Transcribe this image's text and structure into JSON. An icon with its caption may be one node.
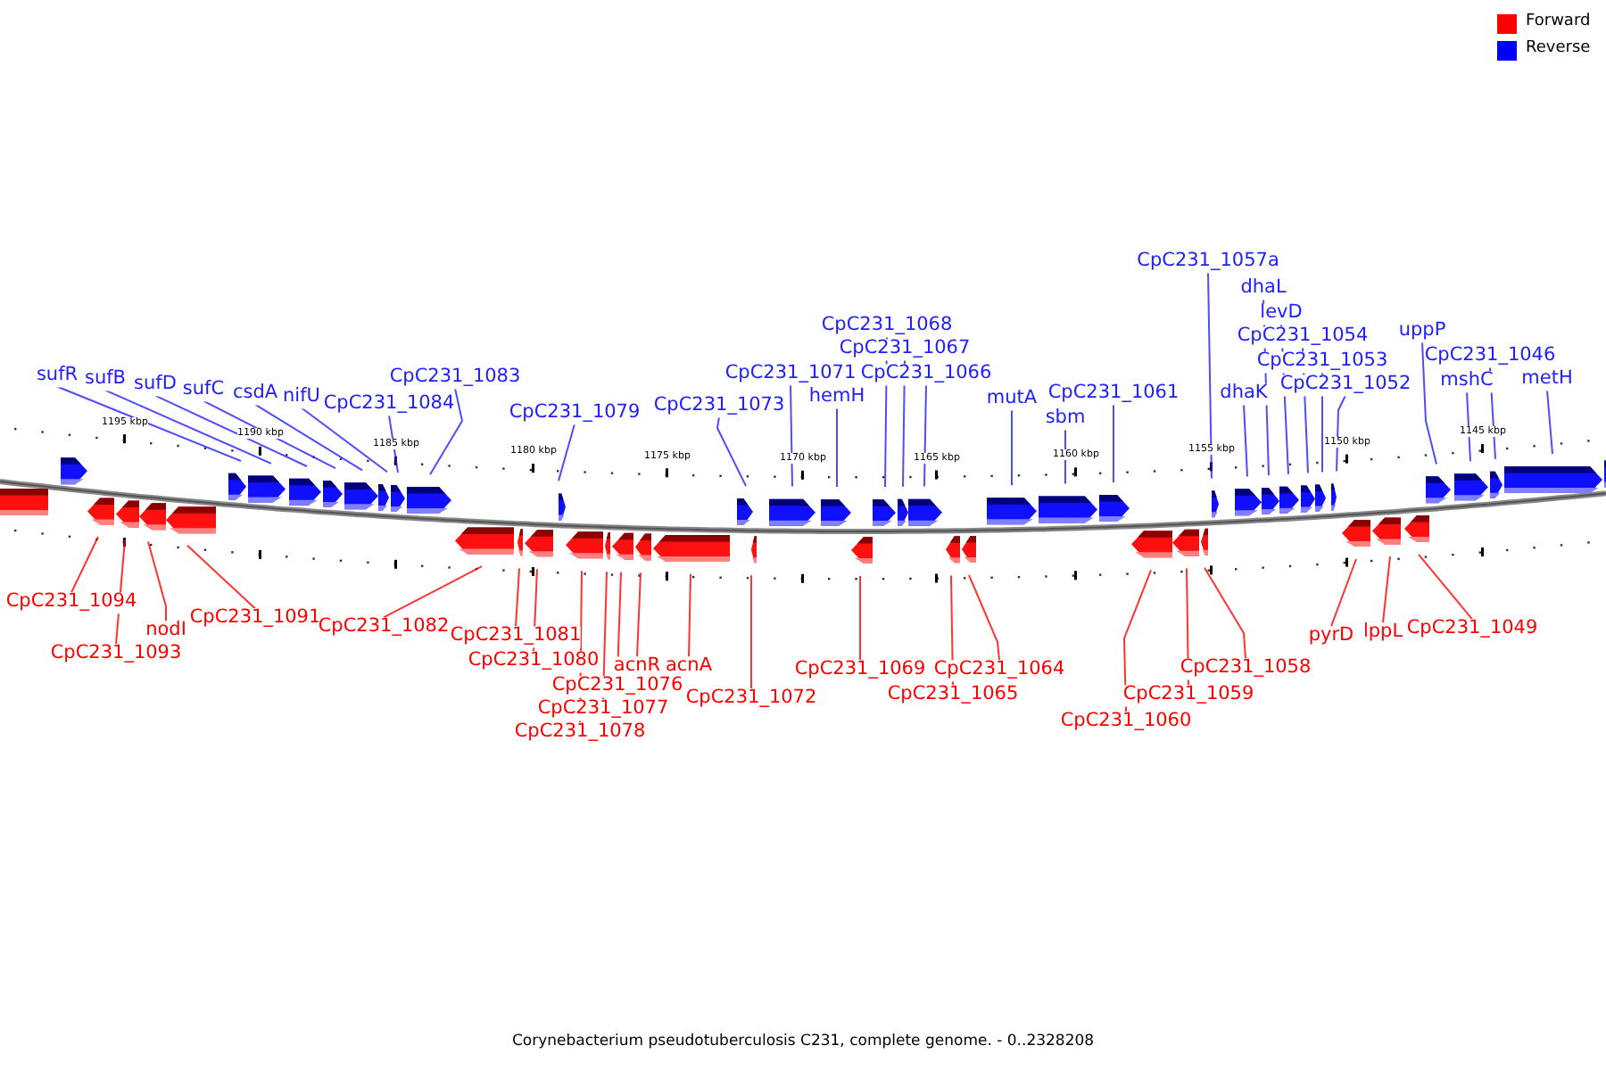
{
  "diagram": {
    "caption": "Corynebacterium pseudotuberculosis C231, complete genome. - 0..2328208",
    "nodes": [
      {
        "text": [
          "sufR"
        ]
      },
      {
        "text": [
          "sufB"
        ]
      },
      {
        "text": [
          "sufD"
        ]
      },
      {
        "text": [
          "sufC"
        ]
      },
      {
        "text": [
          "csdA"
        ]
      },
      {
        "text": [
          "nifU"
        ]
      },
      {
        "text": [
          "CpC231_1084"
        ]
      },
      {
        "text": [
          "CpC231_1083"
        ]
      },
      {
        "text": [
          "CpC231_1079"
        ]
      },
      {
        "text": [
          "CpC231_1073"
        ]
      },
      {
        "text": [
          "CpC231_1071"
        ]
      },
      {
        "text": [
          "hemH"
        ]
      },
      {
        "text": [
          "CpC231_1068"
        ]
      },
      {
        "text": [
          "CpC231_1067"
        ]
      },
      {
        "text": [
          "CpC231_1066"
        ]
      },
      {
        "text": [
          "mutA"
        ]
      },
      {
        "text": [
          "sbm"
        ]
      },
      {
        "text": [
          "CpC231_1061"
        ]
      },
      {
        "text": [
          "CpC231_1057a"
        ]
      },
      {
        "text": [
          "dhaL"
        ]
      },
      {
        "text": [
          "levD"
        ]
      },
      {
        "text": [
          "CpC231_1054"
        ]
      },
      {
        "text": [
          "CpC231_1053"
        ]
      },
      {
        "text": [
          "CpC231_1052"
        ]
      },
      {
        "text": [
          "dhaK"
        ]
      },
      {
        "text": [
          "uppP"
        ]
      },
      {
        "text": [
          "CpC231_1046"
        ]
      },
      {
        "text": [
          "mshC"
        ]
      },
      {
        "text": [
          "metH"
        ]
      },
      {
        "text": [
          "CpC231_1094"
        ]
      },
      {
        "text": [
          "CpC231_1093"
        ]
      },
      {
        "text": [
          "nodI"
        ]
      },
      {
        "text": [
          "CpC231_1091"
        ]
      },
      {
        "text": [
          "CpC231_1082"
        ]
      },
      {
        "text": [
          "CpC231_1081"
        ]
      },
      {
        "text": [
          "CpC231_1080"
        ]
      },
      {
        "text": [
          "acnR"
        ]
      },
      {
        "text": [
          "acnA"
        ]
      },
      {
        "text": [
          "CpC231_1076"
        ]
      },
      {
        "text": [
          "CpC231_1077"
        ]
      },
      {
        "text": [
          "CpC231_1078"
        ]
      },
      {
        "text": [
          "CpC231_1072"
        ]
      },
      {
        "text": [
          "CpC231_1069"
        ]
      },
      {
        "text": [
          "CpC231_1065"
        ]
      },
      {
        "text": [
          "CpC231_1064"
        ]
      },
      {
        "text": [
          "CpC231_1060"
        ]
      },
      {
        "text": [
          "CpC231_1059"
        ]
      },
      {
        "text": [
          "CpC231_1058"
        ]
      },
      {
        "text": [
          "pyrD"
        ]
      },
      {
        "text": [
          "lppL"
        ]
      },
      {
        "text": [
          "CpC231_1049"
        ]
      }
    ],
    "edges": [
      {
        "from": 0,
        "to": null,
        "arrow": "none"
      },
      {
        "from": 1,
        "to": null,
        "arrow": "none"
      },
      {
        "from": 2,
        "to": null,
        "arrow": "none"
      },
      {
        "from": 3,
        "to": null,
        "arrow": "none"
      },
      {
        "from": 4,
        "to": null,
        "arrow": "none"
      },
      {
        "from": 5,
        "to": null,
        "arrow": "none"
      },
      {
        "from": 6,
        "to": null,
        "arrow": "none"
      },
      {
        "from": 7,
        "to": null,
        "arrow": "none"
      },
      {
        "from": 8,
        "to": null,
        "arrow": "none"
      },
      {
        "from": 9,
        "to": null,
        "arrow": "none"
      },
      {
        "from": 10,
        "to": null,
        "arrow": "none"
      },
      {
        "from": 11,
        "to": null,
        "arrow": "none"
      },
      {
        "from": 12,
        "to": null,
        "arrow": "none"
      },
      {
        "from": 13,
        "to": null,
        "arrow": "none"
      },
      {
        "from": 14,
        "to": null,
        "arrow": "none"
      },
      {
        "from": 15,
        "to": null,
        "arrow": "none"
      },
      {
        "from": 16,
        "to": null,
        "arrow": "none"
      },
      {
        "from": 17,
        "to": null,
        "arrow": "none"
      },
      {
        "from": 18,
        "to": null,
        "arrow": "none"
      },
      {
        "from": 19,
        "to": null,
        "arrow": "none"
      },
      {
        "from": 20,
        "to": null,
        "arrow": "none"
      },
      {
        "from": 21,
        "to": null,
        "arrow": "none"
      },
      {
        "from": 22,
        "to": null,
        "arrow": "none"
      },
      {
        "from": 23,
        "to": null,
        "arrow": "none"
      },
      {
        "from": 24,
        "to": null,
        "arrow": "none"
      },
      {
        "from": 25,
        "to": null,
        "arrow": "none"
      },
      {
        "from": 26,
        "to": null,
        "arrow": "none"
      },
      {
        "from": 27,
        "to": null,
        "arrow": "none"
      },
      {
        "from": 28,
        "to": null,
        "arrow": "none"
      },
      {
        "from": 29,
        "to": null,
        "arrow": "none",
        "color": "#ff0000"
      },
      {
        "from": 30,
        "to": null,
        "arrow": "none",
        "color": "#ff0000"
      },
      {
        "from": 31,
        "to": null,
        "arrow": "none",
        "color": "#ff0000"
      },
      {
        "from": 32,
        "to": null,
        "arrow": "none",
        "color": "#ff0000"
      },
      {
        "from": 33,
        "to": null,
        "arrow": "none",
        "color": "#ff0000"
      },
      {
        "from": 34,
        "to": null,
        "arrow": "none",
        "color": "#ff0000"
      },
      {
        "from": 35,
        "to": null,
        "arrow": "none",
        "color": "#ff0000"
      },
      {
        "from": 36,
        "to": null,
        "arrow": "none",
        "color": "#ff0000"
      },
      {
        "from": 37,
        "to": null,
        "arrow": "none",
        "color": "#ff0000"
      },
      {
        "from": 38,
        "to": null,
        "arrow": "none",
        "color": "#ff0000"
      },
      {
        "from": 39,
        "to": null,
        "arrow": "none",
        "color": "#ff0000"
      },
      {
        "from": 40,
        "to": null,
        "arrow": "none",
        "color": "#ff0000"
      },
      {
        "from": 41,
        "to": null,
        "arrow": "none",
        "color": "#ff0000"
      },
      {
        "from": 42,
        "to": null,
        "arrow": "none",
        "color": "#ff0000"
      },
      {
        "from": 43,
        "to": null,
        "arrow": "none",
        "color": "#ff0000"
      },
      {
        "from": 44,
        "to": null,
        "arrow": "none",
        "color": "#ff0000"
      },
      {
        "from": 45,
        "to": null,
        "arrow": "none",
        "color": "#ff0000"
      },
      {
        "from": 46,
        "to": null,
        "arrow": "none",
        "color": "#ff0000"
      },
      {
        "from": 47,
        "to": null,
        "arrow": "none",
        "color": "#ff0000"
      },
      {
        "from": 48,
        "to": null,
        "arrow": "none",
        "color": "#ff0000"
      },
      {
        "from": 49,
        "to": null,
        "arrow": "none",
        "color": "#ff0000"
      },
      {
        "from": 50,
        "to": null,
        "arrow": "none",
        "color": "#ff0000"
      }
    ],
    "labels": [
      "1195 kbp",
      "1190 kbp",
      "1185 kbp",
      "1180 kbp",
      "1175 kbp",
      "1170 kbp",
      "1165 kbp",
      "1160 kbp",
      "1155 kbp",
      "1150 kbp",
      "1145 kbp"
    ],
    "legend": [
      {
        "text": "Forward",
        "color": "#ff0000"
      },
      {
        "text": "Reverse",
        "color": "#0000ff"
      }
    ]
  }
}
